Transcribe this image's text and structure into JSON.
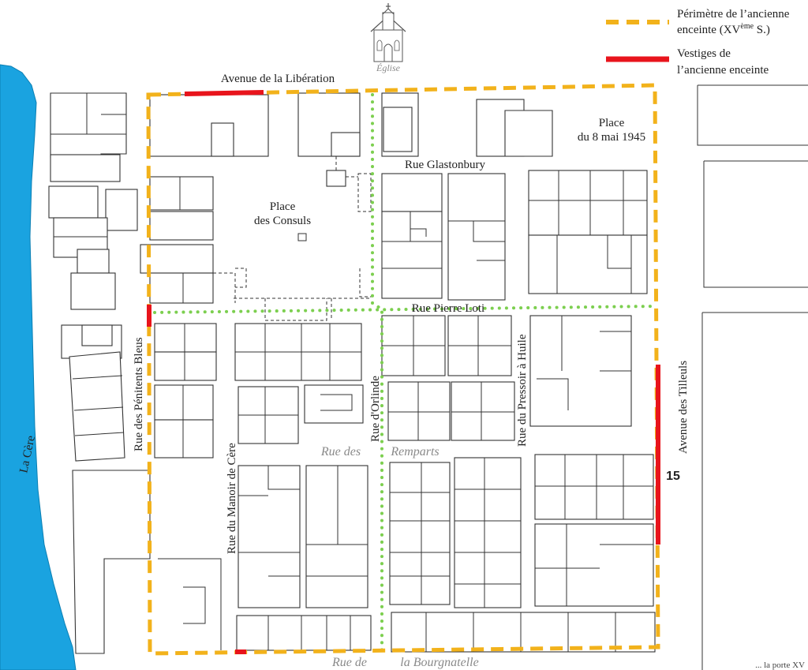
{
  "legend": {
    "perimeter_line1": "Périmètre de l’ancienne",
    "perimeter_line2_a": "enceinte (XV",
    "perimeter_sup": "ème",
    "perimeter_line2_b": " S.)",
    "remains_line1": "Vestiges de",
    "remains_line2": "l’ancienne enceinte",
    "perimeter_color": "#f2b21b",
    "remains_color": "#e8141c"
  },
  "colors": {
    "river": "#1aa3e0",
    "route": "#7ccf4f"
  },
  "landmarks": {
    "church": "Église",
    "river": "La Cère",
    "place_consuls_1": "Place",
    "place_consuls_2": "des Consuls",
    "place_8mai_1": "Place",
    "place_8mai_2": "du 8 mai 1945",
    "number_marker": "15"
  },
  "streets": {
    "liberation": "Avenue de la Libération",
    "glastonbury": "Rue Glastonbury",
    "pierre_loti": "Rue Pierre Loti",
    "penitents": "Rue des Pénitents Bleus",
    "orlinde": "Rue d'Orlinde",
    "pressoir": "Rue du Pressoir à Huile",
    "tilleuls": "Avenue des Tilleuls",
    "manoir": "Rue du Manoir de Cère",
    "remparts_1": "Rue des",
    "remparts_2": "Remparts",
    "bourgnatelle_1": "Rue de",
    "bourgnatelle_2": "la Bourgnatelle"
  },
  "footer_fragment": "... la porte XV"
}
